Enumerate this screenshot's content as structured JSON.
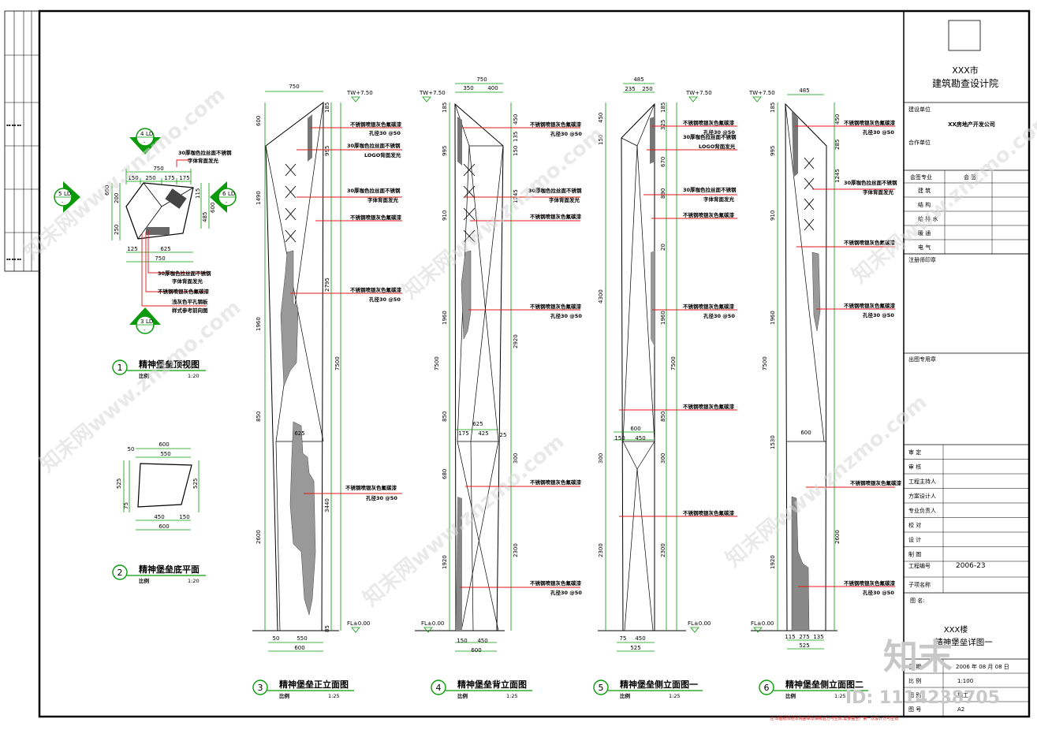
{
  "titleblock": {
    "institute_line1": "XXX市",
    "institute_line2": "建筑勘查设计院",
    "client_label": "建设单位",
    "client_value": "XX房地产开发公司",
    "partner_label": "合作单位",
    "sign_header_left": "会签专业",
    "sign_header_right": "会  签",
    "sign_rows": [
      "建  筑",
      "结  构",
      "给 排 水",
      "暖  通",
      "电  气"
    ],
    "stamp_label": "注册师印章",
    "outgoing_label": "出图专用章",
    "approval_rows": [
      "审  定",
      "审  核",
      "工程主持人",
      "方案设计人",
      "专业负责人",
      "校  对",
      "设  计",
      "制  图"
    ],
    "project_no_label": "工程编号",
    "project_no_value": "2006-23",
    "subproject_label": "子项名称",
    "drawing_name_label": "图  名:",
    "drawing_name_line1": "XXX楼",
    "drawing_name_line2": "精神堡垒详图一",
    "date_label": "日  期",
    "date_value": "2006 年 08 月 08 日",
    "scale_label": "比  例",
    "scale_value": "1:100",
    "sheet_label": "图  别",
    "sheet_value": "施工",
    "number_label": "图  号",
    "number_value": "A2",
    "footer_note": "注:本图纸须经本院盖章及审核后方可生效,需要盖全广第一次设计方可生效"
  },
  "views": [
    {
      "num": "1",
      "title": "精神堡垒顶视图",
      "scale_label": "比例",
      "scale": "1:20"
    },
    {
      "num": "2",
      "title": "精神堡垒底平面",
      "scale_label": "比例",
      "scale": "1:20"
    },
    {
      "num": "3",
      "title": "精神堡垒正立面图",
      "scale_label": "比例",
      "scale": "1:25"
    },
    {
      "num": "4",
      "title": "精神堡垒背立面图",
      "scale_label": "比例",
      "scale": "1:25"
    },
    {
      "num": "5",
      "title": "精神堡垒侧立面图一",
      "scale_label": "比例",
      "scale": "1:25"
    },
    {
      "num": "6",
      "title": "精神堡垒侧立面图二",
      "scale_label": "比例",
      "scale": "1:25"
    }
  ],
  "markers": {
    "m4": {
      "num": "4",
      "code": "LD"
    },
    "m5": {
      "num": "5",
      "code": "LD"
    },
    "m6": {
      "num": "6",
      "code": "LD"
    },
    "m3": {
      "num": "3",
      "code": "LD"
    }
  },
  "levels": {
    "top": "TW+7.50",
    "floor": "FL±0.00"
  },
  "notes": {
    "steel_grey": "不锈钢喷银灰色氟碳漆",
    "hole": "孔径30 @50",
    "brushed_a": "30厚咖色拉丝面不锈钢",
    "brushed_b": "字体背面发光",
    "logo": "LOGO背面发光",
    "stone_a": "浅灰色平孔钢板",
    "stone_b": "样式参考前向图"
  },
  "dims_top": {
    "w750": "750",
    "d150": "150",
    "d250": "250",
    "d175a": "175",
    "d175b": "175",
    "d115": "115",
    "d485": "485",
    "d600": "600",
    "d200": "200",
    "d250b": "250",
    "d125": "125",
    "d625": "625",
    "d750b": "750",
    "d600b": "600"
  },
  "dims_bottom": {
    "d600": "600",
    "d550": "550",
    "d50": "50",
    "d525a": "525",
    "d525b": "525",
    "d75": "75",
    "d450": "450",
    "d150": "150",
    "d600b": "600"
  },
  "dims_e3": {
    "top": "750",
    "d600": "600",
    "d185": "185",
    "d995": "995",
    "d1490": "1490",
    "d2795": "2795",
    "d1960": "1960",
    "d7500": "7500",
    "d850": "850",
    "d3440": "3440",
    "d2600": "2600",
    "d85": "85",
    "b50": "50",
    "b550": "550",
    "b600": "600",
    "d625": "625"
  },
  "dims_e4": {
    "top": "750",
    "d350": "350",
    "d400": "400",
    "d185": "185",
    "d450": "450",
    "d995": "995",
    "d135": "135",
    "d150": "150",
    "d1245": "1245",
    "d910": "910",
    "d1960": "1960",
    "d2920": "2920",
    "d7500": "7500",
    "d850": "850",
    "d625": "625",
    "d175": "175",
    "d425": "425",
    "d25": "25",
    "d300": "300",
    "d680": "680",
    "d2300": "2300",
    "d1920": "1920",
    "b150": "150",
    "b450": "450",
    "b600": "600"
  },
  "dims_e5": {
    "top": "485",
    "d235": "235",
    "d250": "250",
    "d185": "185",
    "d450": "450",
    "d325": "325",
    "d150": "150",
    "d670": "670",
    "d890": "890",
    "d20": "20",
    "d4300": "4300",
    "d1960": "1960",
    "d7500": "7500",
    "d850": "850",
    "d600": "600",
    "d450m": "450",
    "d150m": "150",
    "d300": "300",
    "d300b": "300",
    "d2300": "2300",
    "d2300b": "2300",
    "b75": "75",
    "b450": "450",
    "b525": "525"
  },
  "dims_e6": {
    "top": "485",
    "d185": "185",
    "d450": "450",
    "d285": "285",
    "d995": "995",
    "d1245": "1245",
    "d910": "910",
    "d1960": "1960",
    "d7500": "7500",
    "d600": "600",
    "d1530": "1530",
    "d2600": "2600",
    "d1920": "1920",
    "b115": "115",
    "b275": "275",
    "b135": "135",
    "b525": "525"
  },
  "watermark": {
    "brand": "知末网www.znzmo.com",
    "logo": "知末",
    "id": "ID: 1114238705"
  }
}
